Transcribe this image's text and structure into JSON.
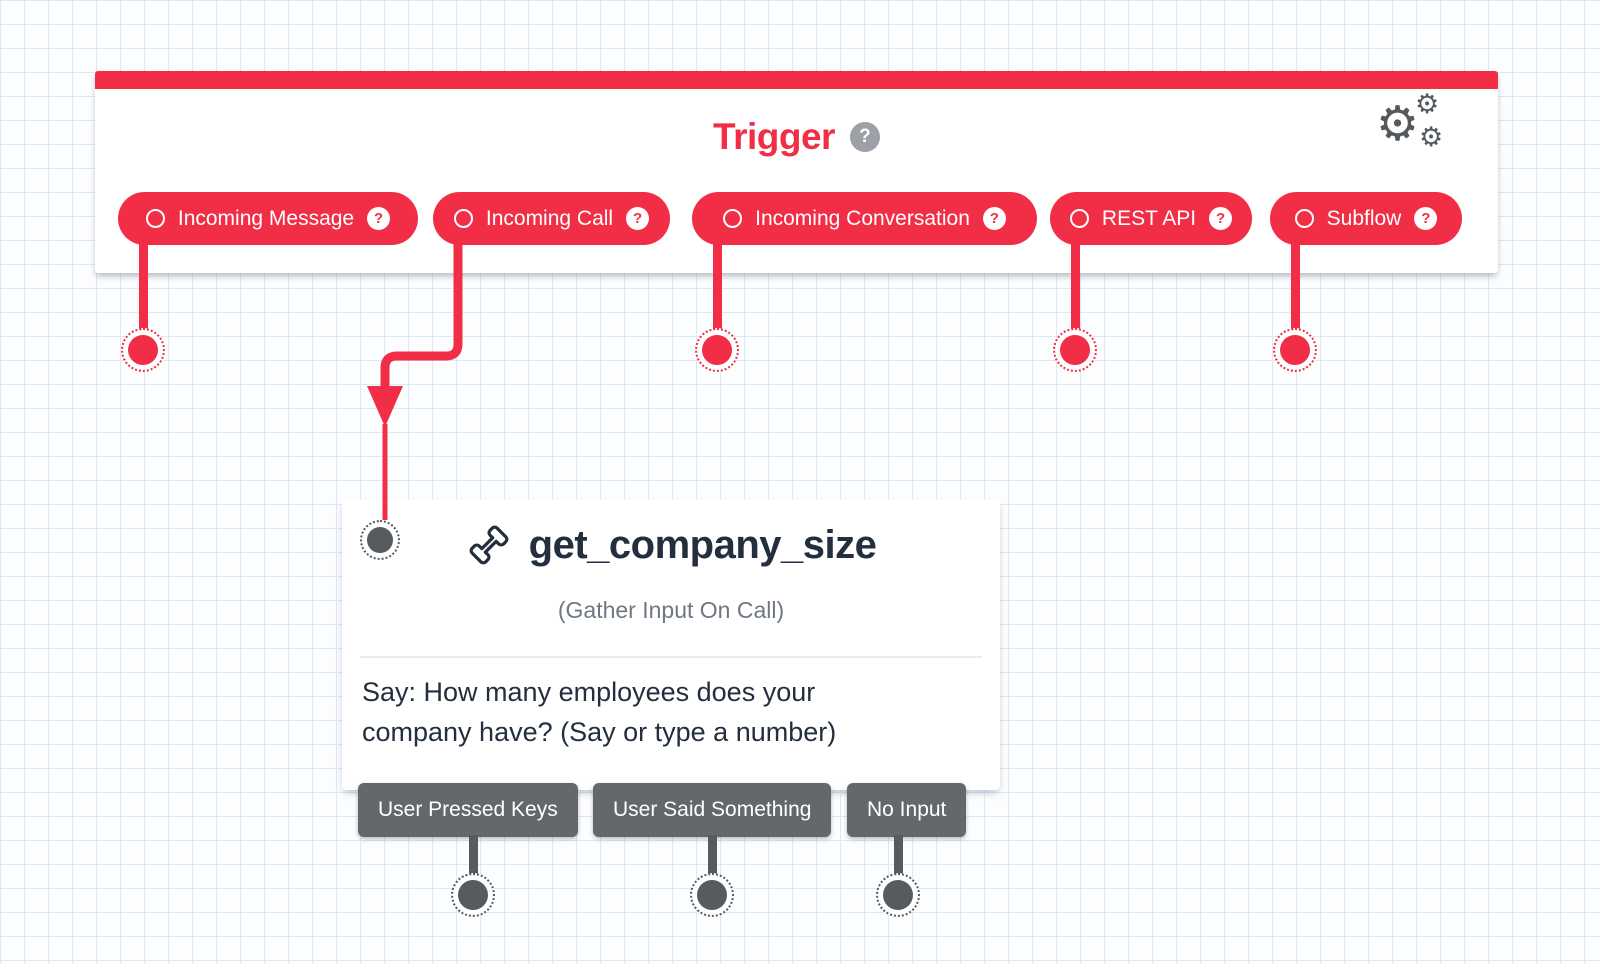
{
  "colors": {
    "accent_red": "#f12e45",
    "dark_text": "#232e3e",
    "button_gray": "#64686c",
    "port_gray": "#565b5f",
    "grid_line": "#dde8f5"
  },
  "icons": {
    "gear_glyph": "⚙",
    "help_glyph": "?"
  },
  "trigger": {
    "title": "Trigger",
    "pills": [
      {
        "label": "Incoming Message"
      },
      {
        "label": "Incoming Call"
      },
      {
        "label": "Incoming Conversation"
      },
      {
        "label": "REST API"
      },
      {
        "label": "Subflow"
      }
    ]
  },
  "node": {
    "title": "get_company_size",
    "subtitle": "(Gather Input On Call)",
    "body_lines": [
      "Say: How many employees does your",
      "company have? (Say or type a number)"
    ],
    "transitions": [
      {
        "label": "User Pressed Keys"
      },
      {
        "label": "User Said Something"
      },
      {
        "label": "No Input"
      }
    ]
  }
}
